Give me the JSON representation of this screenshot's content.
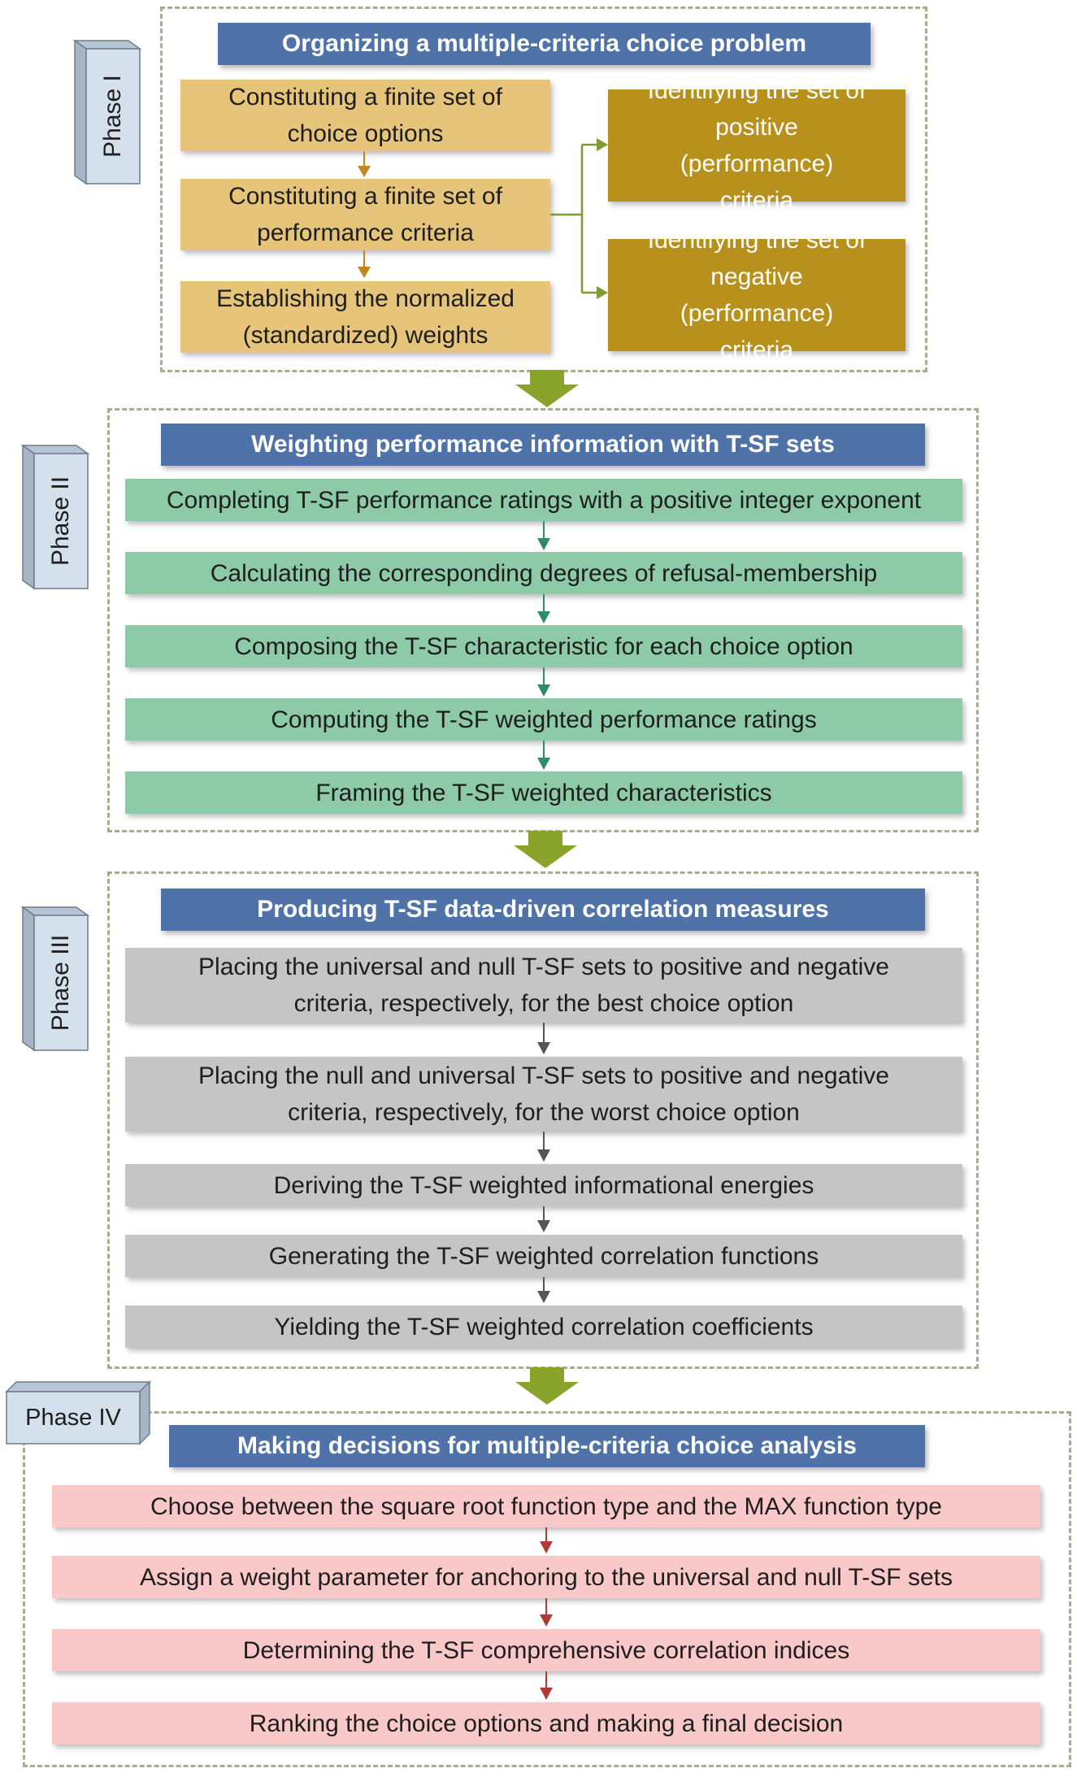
{
  "phases": [
    {
      "label": "Phase I",
      "title": "Organizing a multiple-criteria choice problem",
      "steps": [
        "Constituting a finite set of choice options",
        "Constituting a finite set of performance criteria",
        "Establishing the normalized (standardized) weights"
      ],
      "branches": [
        "Identifying the set of positive (performance) criteria",
        "Identifying the set of negative (performance) criteria"
      ]
    },
    {
      "label": "Phase II",
      "title": "Weighting performance information with T-SF sets",
      "steps": [
        "Completing T-SF performance ratings with a positive integer exponent",
        "Calculating the corresponding degrees of refusal-membership",
        "Composing the T-SF characteristic for each choice option",
        "Computing the T-SF weighted performance ratings",
        "Framing the T-SF weighted characteristics"
      ]
    },
    {
      "label": "Phase III",
      "title": "Producing T-SF data-driven correlation measures",
      "steps": [
        "Placing the universal and null T-SF sets to positive and negative criteria, respectively, for the best choice option",
        "Placing the null and universal T-SF sets to positive and negative criteria, respectively, for the worst choice option",
        "Deriving the T-SF weighted informational energies",
        "Generating the T-SF weighted correlation functions",
        "Yielding the T-SF weighted correlation coefficients"
      ]
    },
    {
      "label": "Phase IV",
      "title": "Making decisions for multiple-criteria choice analysis",
      "steps": [
        "Choose between the square root function type and the MAX function type",
        "Assign a weight parameter for anchoring to the universal and null T-SF sets",
        "Determining the T-SF comprehensive correlation indices",
        "Ranking the choice options and making a final decision"
      ]
    }
  ],
  "colors": {
    "title_bg": "#4f73a8",
    "phase1_step": "#e6c57a",
    "phase1_branch": "#b8901c",
    "phase2_step": "#8ccaa8",
    "phase3_step": "#c5c5c5",
    "phase4_step": "#f9c9ca",
    "phase_arrow": "#8aa32b",
    "dashed_border": "#a8ad8f"
  }
}
